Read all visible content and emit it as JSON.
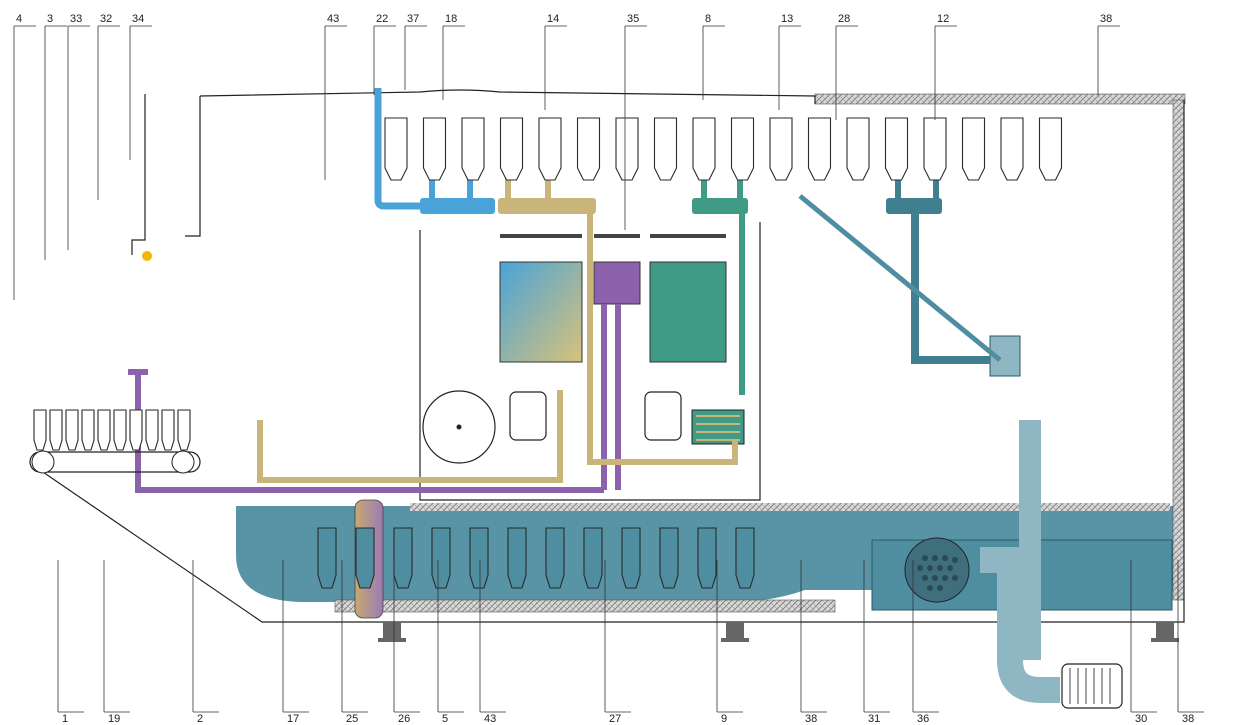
{
  "labels": {
    "top": [
      "4",
      "3",
      "33",
      "32",
      "34",
      "43",
      "22",
      "37",
      "18",
      "14",
      "35",
      "8",
      "13",
      "28",
      "12",
      "38"
    ],
    "bottom": [
      "1",
      "19",
      "2",
      "17",
      "25",
      "26",
      "5",
      "43",
      "27",
      "9",
      "38",
      "31",
      "36",
      "30",
      "38"
    ]
  },
  "colors": {
    "blue": "#4aa3d8",
    "sand": "#c9b57a",
    "purple": "#8c62ad",
    "green": "#3f9a86",
    "teal": "#3f7f8f",
    "bath": "#4f8ea0",
    "insulation": "#b5b5b5",
    "lamp": "#f2b705"
  }
}
